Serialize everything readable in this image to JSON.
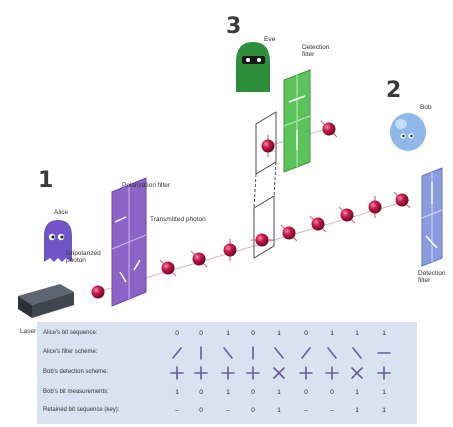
{
  "labels": {
    "step1": "1",
    "step2": "2",
    "step3": "3",
    "alice": "Alice",
    "bob": "Bob",
    "eve": "Eve",
    "laser": "Laser",
    "unpolarized": "Unpolarized photon",
    "polarization_filter": "Polarization filter",
    "transmitted": "Transmitted photon",
    "detection_filter_eve": "Detection filter",
    "detection_filter_bob": "Detection filter"
  },
  "table": {
    "rows": [
      {
        "label": "Alice's bit sequence:",
        "values": [
          "0",
          "0",
          "1",
          "0",
          "1",
          "0",
          "1",
          "1",
          "1"
        ]
      },
      {
        "label": "Alice's filter scheme:",
        "symbols": [
          "diag-r",
          "vert",
          "diag-l",
          "vert",
          "diag-l",
          "diag-r",
          "diag-l",
          "diag-l",
          "horiz"
        ]
      },
      {
        "label": "Bob's detection scheme:",
        "symbols": [
          "plus",
          "plus",
          "plus",
          "plus",
          "cross",
          "plus",
          "plus",
          "cross",
          "plus"
        ]
      },
      {
        "label": "Bob's bit measurements:",
        "values": [
          "1",
          "0",
          "1",
          "0",
          "1",
          "0",
          "0",
          "1",
          "1"
        ]
      },
      {
        "label": "Retained bit sequence (key):",
        "values": [
          "–",
          "0",
          "–",
          "0",
          "1",
          "–",
          "–",
          "1",
          "1"
        ]
      }
    ]
  },
  "colors": {
    "photon": "#c8174a",
    "filter_purple": "#8e63c8",
    "filter_green": "#5cc25a",
    "filter_blue": "#8a9be0",
    "alice": "#6f53c7",
    "bob": "#8fb8e8",
    "eve": "#2e8f3a",
    "table_bg": "#d9e2f1",
    "symbol": "#6a5b9e"
  }
}
